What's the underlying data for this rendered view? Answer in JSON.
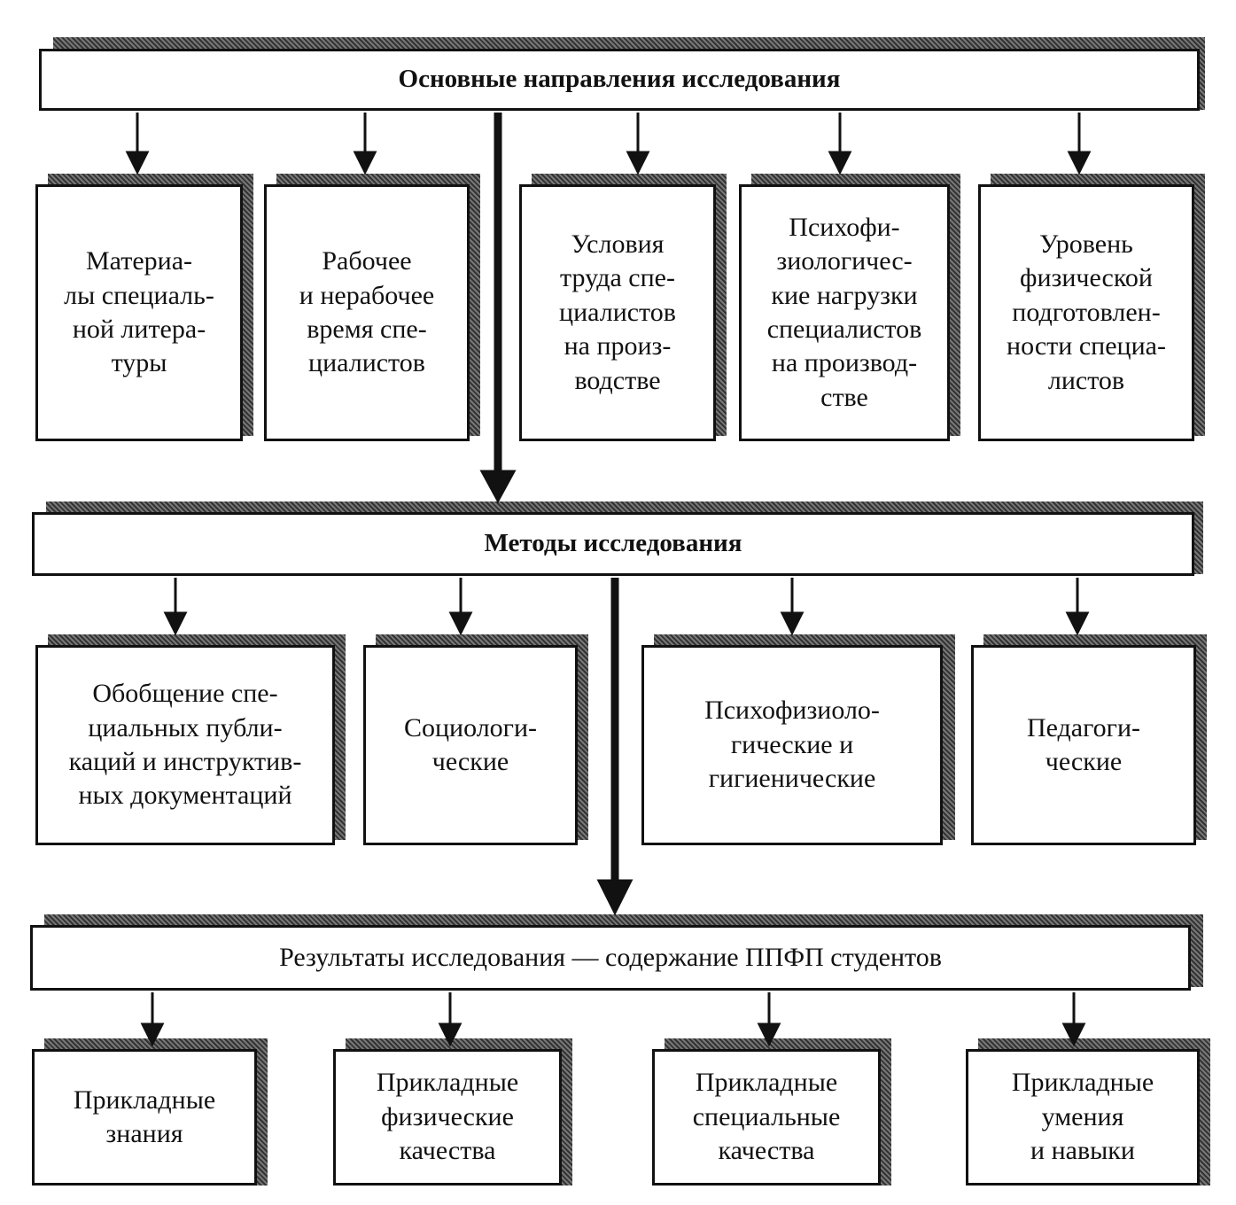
{
  "headers": {
    "directions": "Основные направления исследования",
    "methods": "Методы исследования",
    "results": "Результаты исследования — содержание ППФП студентов"
  },
  "directions": [
    "Материа-\nлы специаль-\nной литера-\nтуры",
    "Рабочее\nи нерабочее\nвремя спе-\nциалистов",
    "Условия\nтруда спе-\nциалистов\nна произ-\nводстве",
    "Психофи-\nзиологичес-\nкие нагрузки\nспециалистов\nна производ-\nстве",
    "Уровень\nфизической\nподготовлен-\nности специа-\nлистов"
  ],
  "methods": [
    "Обобщение спе-\nциальных публи-\nкаций и инструктив-\nных документаций",
    "Социологи-\nческие",
    "Психофизиоло-\nгические и\nгигиенические",
    "Педагоги-\nческие"
  ],
  "results": [
    "Прикладные\nзнания",
    "Прикладные\nфизические\nкачества",
    "Прикладные\nспециальные\nкачества",
    "Прикладные\nумения\nи навыки"
  ]
}
